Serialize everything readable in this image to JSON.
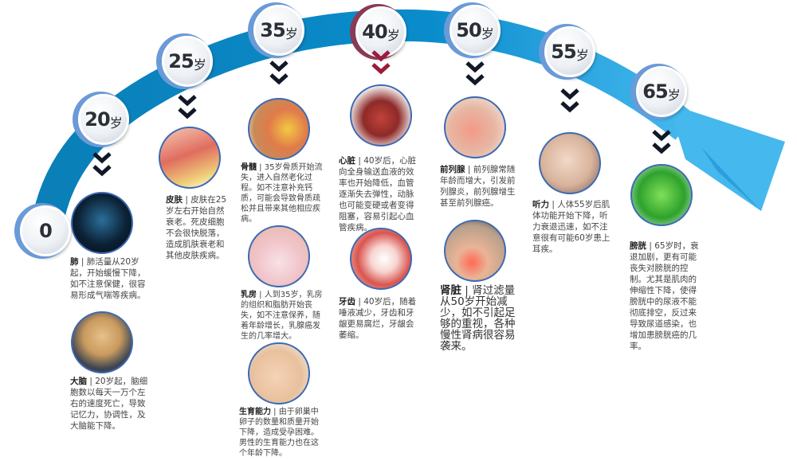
{
  "colors": {
    "arc": "#0a86c4",
    "arc_light": "#3fb0e8",
    "chevron": "#111827",
    "chevron_highlight": "#9b1b3c",
    "ring": "#3d69b3"
  },
  "stages": [
    {
      "age": "0",
      "unit": ""
    },
    {
      "age": "20",
      "unit": "岁"
    },
    {
      "age": "25",
      "unit": "岁"
    },
    {
      "age": "35",
      "unit": "岁"
    },
    {
      "age": "40",
      "unit": "岁"
    },
    {
      "age": "50",
      "unit": "岁"
    },
    {
      "age": "55",
      "unit": "岁"
    },
    {
      "age": "65",
      "unit": "岁"
    }
  ],
  "organs": [
    {
      "id": "lung",
      "title": "肺",
      "sep": " | ",
      "text": "肺活量从20岁起，开始缓慢下降，如不注意保健，很容易形成气喘等疾病。"
    },
    {
      "id": "brain",
      "title": "大脑",
      "sep": " | ",
      "text": "20岁起，脑细胞数以每天一万个左右的速度死亡，导致记忆力，协调性，及大脑能下降。"
    },
    {
      "id": "skin",
      "title": "皮肤",
      "sep": " | ",
      "text": "皮肤在25岁左右开始自然衰老。死皮细胞不会很快脱落，造成肌肤衰老和其他皮肤疾病。"
    },
    {
      "id": "bone",
      "title": "骨髓",
      "sep": " | ",
      "text": "35岁骨质开始流失，进入自然老化过程。如不注意补充钙质，可能会导致骨质疏松并且带来其他相应疾病。"
    },
    {
      "id": "breast",
      "title": "乳房",
      "sep": " | ",
      "text": "人到35岁，乳房的组织和脂肪开始丧失，如不注意保养，随着年龄增长，乳腺癌发生的几率增大。"
    },
    {
      "id": "fertility",
      "title": "生育能力",
      "sep": " | ",
      "text": "由于卵巢中卵子的数量和质量开始下降，造成受孕困难。男性的生育能力也在这个年龄下降。"
    },
    {
      "id": "heart",
      "title": "心脏",
      "sep": " | ",
      "text": "40岁后，心脏向全身输送血液的效率也开始降低，血管逐渐失去弹性，动脉也可能变硬或者变得阻塞，容易引起心血管疾病。"
    },
    {
      "id": "teeth",
      "title": "牙齿",
      "sep": " | ",
      "text": "40岁后，随着唾液减少，牙齿和牙龈更易腐烂，牙龈会萎缩。"
    },
    {
      "id": "prostate",
      "title": "前列腺",
      "sep": " | ",
      "text": "前列腺常随年龄而增大，引发前列腺炎，前列腺增生甚至前列腺癌。"
    },
    {
      "id": "kidney",
      "title": "肾脏",
      "sep": " | ",
      "text": "肾过滤量从50岁开始减少，如不引起足够的重视，各种慢性肾病很容易袭来。"
    },
    {
      "id": "hearing",
      "title": "听力",
      "sep": " | ",
      "text": "人体55岁后肌体功能开始下降，听力衰退迅速，如不注意很有可能60岁患上耳疾。"
    },
    {
      "id": "bladder",
      "title": "膀胱",
      "sep": " | ",
      "text": "65岁时，衰退加剧，更有可能丧失对膀胱的控制。尤其是肌肉的伸缩性下降，使得膀胱中的尿液不能彻底排空，反过来导致尿道感染，也增加患膀胱癌的几率。"
    }
  ]
}
